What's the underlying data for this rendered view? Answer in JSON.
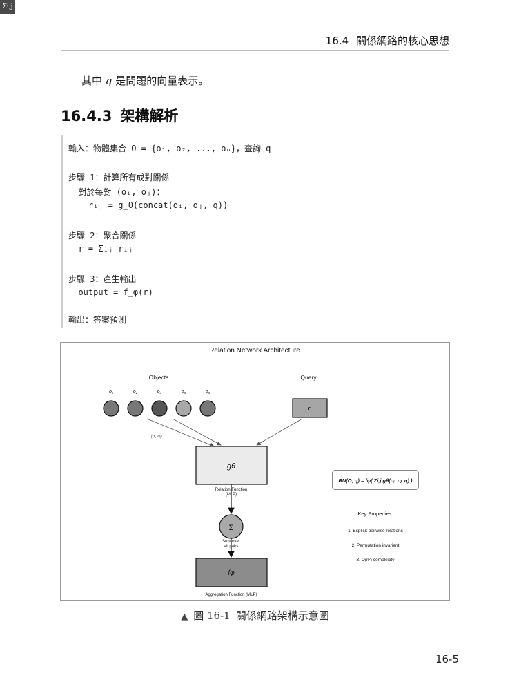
{
  "corner_marker": "Σi,j",
  "running_head": {
    "section": "16.4",
    "title": "關係網路的核心思想"
  },
  "intro": {
    "before": "其中",
    "var": "q",
    "after": "是問題的向量表示。"
  },
  "section": {
    "number": "16.4.3",
    "title": "架構解析"
  },
  "code_lines": [
    "輸入：物體集合 O = {o₁, o₂, ..., oₙ}，查詢 q",
    "",
    "步驟 1：計算所有成對關係",
    "  對於每對 (oᵢ, oⱼ)：",
    "    rᵢⱼ = g_θ(concat(oᵢ, oⱼ, q))",
    "",
    "步驟 2：聚合關係",
    "  r = Σᵢⱼ rᵢⱼ",
    "",
    "步驟 3：產生輸出",
    "  output = f_φ(r)",
    "",
    "輸出：答案預測"
  ],
  "diagram": {
    "title": "Relation Network Architecture",
    "objects_label": "Objects",
    "query_label": "Query",
    "object_labels": [
      "o₁",
      "o₂",
      "o₃",
      "o₄",
      "o₅"
    ],
    "object_colors": [
      "#777777",
      "#777777",
      "#555555",
      "#a8a8a8",
      "#777777"
    ],
    "query_symbol": "q",
    "pair_label": "(oᵢ, oⱼ)",
    "g_symbol": "gθ",
    "relation_label_line1": "Relation Function",
    "relation_label_line2": "(MLP)",
    "sum_symbol": "Σ",
    "sum_label_line1": "Sum over",
    "sum_label_line2": "all pairs",
    "f_symbol": "fφ",
    "aggregation_label": "Aggregation Function (MLP)",
    "formula": "RN(O, q) = fφ( Σi,j gθ(oᵢ, oⱼ, q) )",
    "key_properties_title": "Key Properties:",
    "key_properties": [
      "1. Explicit pairwise relations",
      "2. Permutation invariant",
      "3. O(n²) complexity"
    ]
  },
  "caption": {
    "marker": "▲",
    "label": "圖 16-1",
    "text": "關係網路架構示意圖"
  },
  "page_number": "16-5"
}
